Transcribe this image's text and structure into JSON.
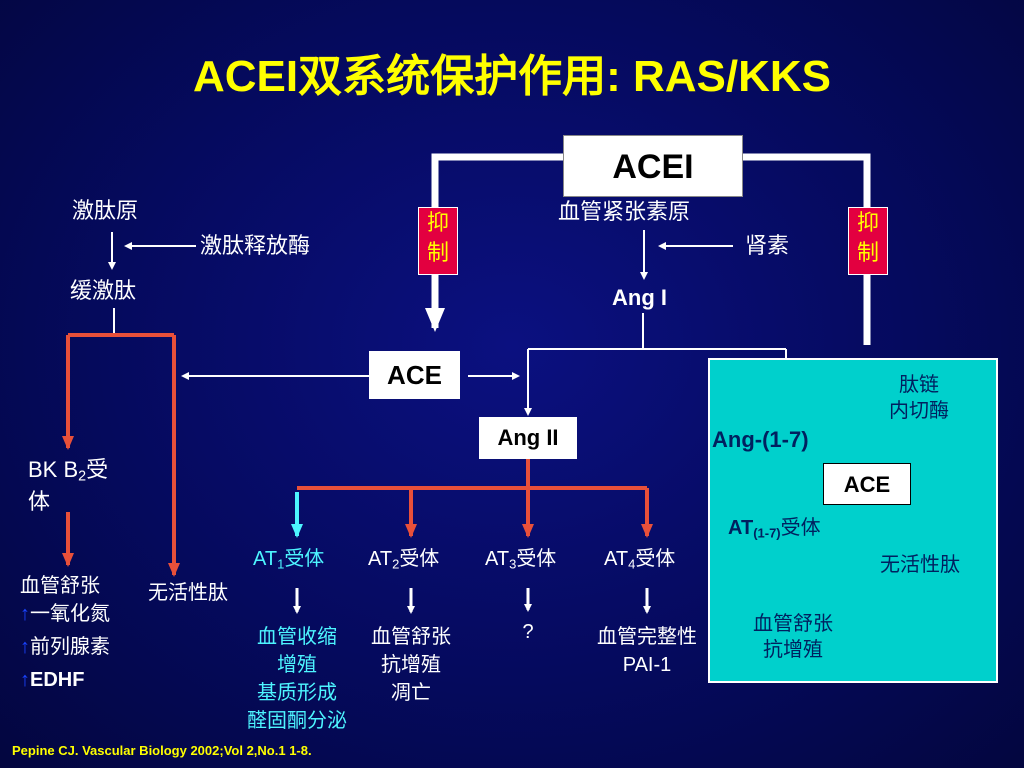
{
  "title": "ACEI双系统保护作用: RAS/KKS",
  "boxes": {
    "acei": "ACEI",
    "ace_main": "ACE",
    "ang2": "Ang II",
    "ace_panel": "ACE",
    "inhibit_left": [
      "抑",
      "制"
    ],
    "inhibit_right": [
      "抑",
      "制"
    ]
  },
  "kks": {
    "kininogen": "激肽原",
    "kallikrein": "激肽释放酶",
    "bradykinin": "缓激肽",
    "bk_receptor": "BK B",
    "bk_receptor_sub": "2",
    "bk_receptor_suffix": "受",
    "bk_receptor_line2": "体",
    "vasodilation": "血管舒张",
    "effects": [
      "一氧化氮",
      "前列腺素",
      "EDHF"
    ],
    "up_arrow": "↑",
    "inactive_peptide": "无活性肽"
  },
  "ras": {
    "angiotensinogen": "血管紧张素原",
    "renin": "肾素",
    "ang1": "Ang I",
    "receptors": [
      {
        "prefix": "AT",
        "sub": "1",
        "suffix": "受体"
      },
      {
        "prefix": "AT",
        "sub": "2",
        "suffix": "受体"
      },
      {
        "prefix": "AT",
        "sub": "3",
        "suffix": "受体"
      },
      {
        "prefix": "AT",
        "sub": "4",
        "suffix": "受体"
      }
    ],
    "at1_effects": [
      "血管收缩",
      "增殖",
      "基质形成",
      "醛固酮分泌"
    ],
    "at2_effects": [
      "血管舒张",
      "抗增殖",
      "凋亡"
    ],
    "at3_effects": [
      "?"
    ],
    "at4_effects": [
      "血管完整性",
      "PAI-1"
    ]
  },
  "panel": {
    "endopeptidase": [
      "肽链",
      "内切酶"
    ],
    "ang17": "Ang-(1-7)",
    "at17_prefix": "AT",
    "at17_sub": "(1-7)",
    "at17_suffix": "受体",
    "effects": [
      "血管舒张",
      "抗增殖"
    ],
    "inactive_peptide": "无活性肽"
  },
  "citation": "Pepine CJ. Vascular Biology 2002;Vol 2,No.1 1-8.",
  "colors": {
    "background": "#050a5e",
    "title": "#ffff00",
    "inhibit_box": "#e30040",
    "red_arrow": "#e8503a",
    "cyan_text": "#4df5ff",
    "panel": "#00d0cc",
    "blue_arrow": "#1a44ff"
  }
}
